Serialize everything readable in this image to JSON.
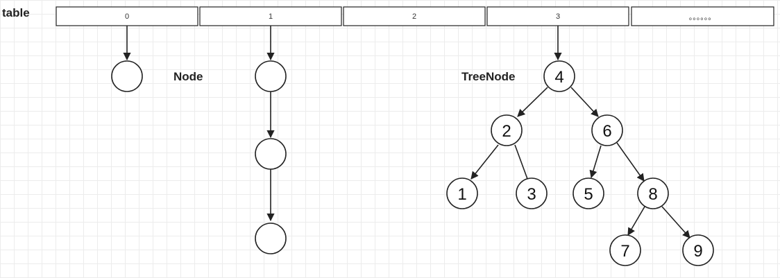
{
  "labels": {
    "table": "table",
    "node": "Node",
    "treenode": "TreeNode"
  },
  "table_cells": [
    "0",
    "1",
    "2",
    "3",
    "。。。。。。"
  ],
  "tree_nodes": {
    "n4": "4",
    "n2": "2",
    "n6": "6",
    "n1": "1",
    "n3": "3",
    "n5": "5",
    "n8": "8",
    "n7": "7",
    "n9": "9"
  },
  "colors": {
    "stroke": "#222222",
    "fill": "#ffffff",
    "grid": "#ececec"
  }
}
